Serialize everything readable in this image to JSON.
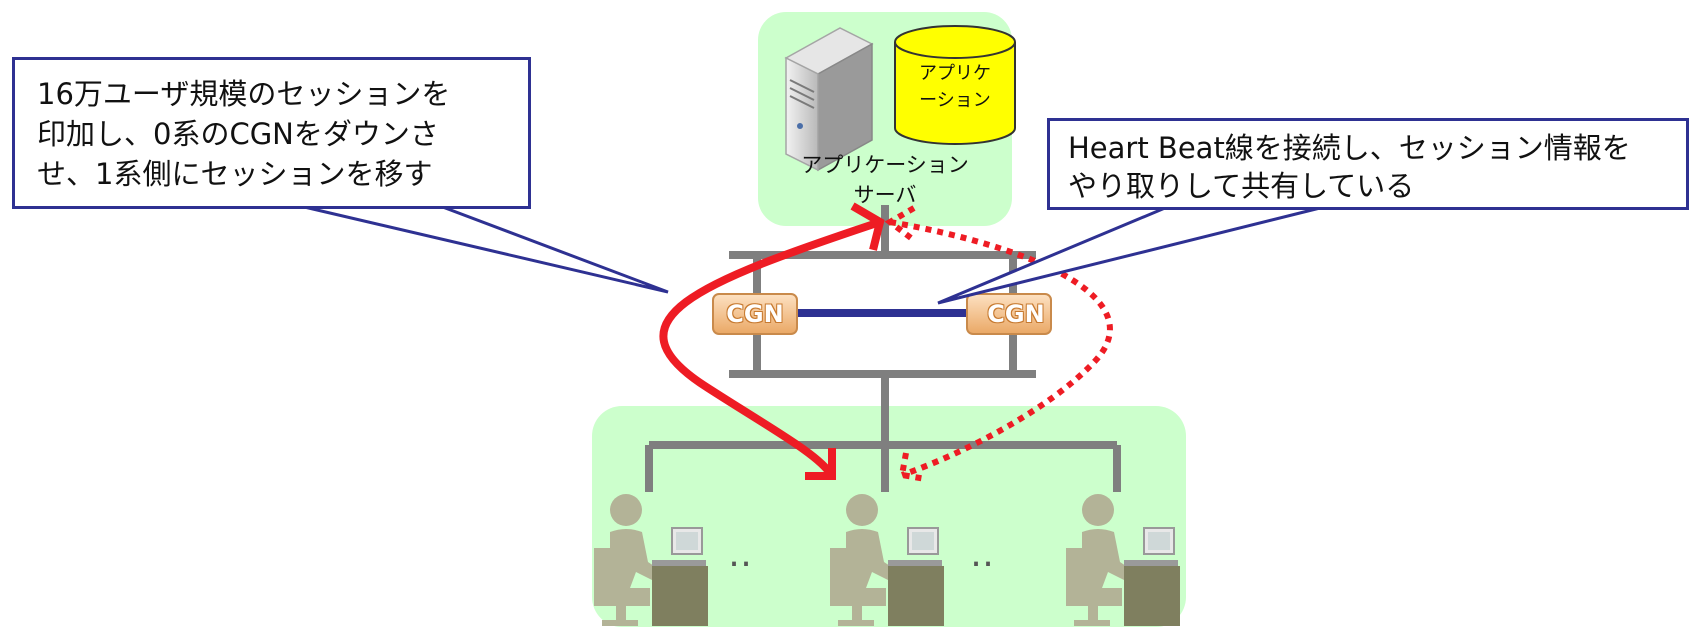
{
  "callouts": {
    "left": {
      "lines": [
        "16万ユーザ規模のセッションを",
        "印加し、0系のCGNをダウンさ",
        "せ、1系側にセッションを移す"
      ]
    },
    "right": {
      "lines": [
        "Heart Beat線を接続し、セッション情報を",
        "やり取りして共有している"
      ]
    }
  },
  "server": {
    "db_label_lines": [
      "アプリケ",
      "ーション"
    ],
    "label_lines": [
      "アプリケーション",
      "サーバ"
    ]
  },
  "cgn": {
    "label_0": "CGN",
    "label_1": "CGN"
  },
  "ellipsis": "‥",
  "colors": {
    "callout_border": "#2E3192",
    "arrow_red": "#EE1C24",
    "heartbeat_line": "#2E3192",
    "network_line": "#7F7F7F",
    "zone_fill": "#CCFFCC",
    "db_fill": "#FFFF00",
    "cgn_fill": "#F4C48F",
    "user_figure": "#B3B397",
    "desk": "#7F7F5F"
  }
}
